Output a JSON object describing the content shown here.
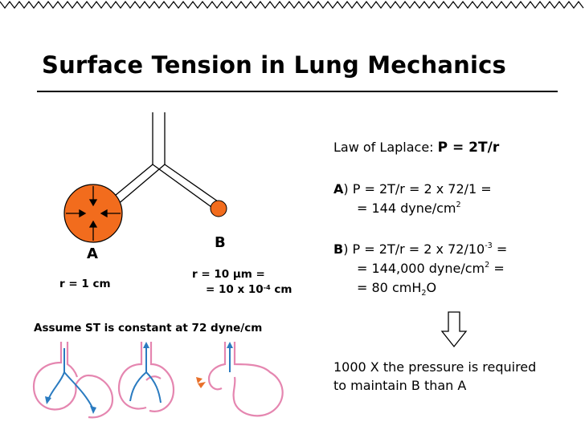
{
  "title": "Surface Tension in Lung Mechanics",
  "diagram": {
    "label_a": "A",
    "label_b": "B",
    "radius_a": "r = 1 cm",
    "radius_b_line1_prefix": "r = 10 ",
    "radius_b_line1_unit": "μm =",
    "radius_b_line2_prefix": "= 10 x 10",
    "radius_b_line2_exp": "-4",
    "radius_b_line2_unit": " cm",
    "assumption": "Assume ST is constant at 72 dyne/cm"
  },
  "laplace": {
    "label": "Law of Laplace: ",
    "equation": "P = 2T/r"
  },
  "calc_a": {
    "letter": "A",
    "line1": ") P = 2T/r = 2 x 72/1 =",
    "line2_prefix": "= 144 dyne/cm",
    "line2_exp": "2"
  },
  "calc_b": {
    "letter": "B",
    "line1_prefix": ") P = 2T/r = 2 x 72/10",
    "line1_exp": "-3",
    "line1_suffix": " =",
    "line2_prefix": "= 144,000 dyne/cm",
    "line2_exp": "2",
    "line2_suffix": " =",
    "line3_prefix": "= 80 cmH",
    "line3_sub": "2",
    "line3_suffix": "O"
  },
  "conclusion": {
    "line1": "1000 X the pressure is required",
    "line2": "to maintain B than A"
  },
  "colors": {
    "bubble": "#f26c1d",
    "airway": "#000000",
    "alveolus": "#e586b0",
    "flow_arrow": "#2a7bc0",
    "collapse_arrow": "#e8702a"
  },
  "icons": {
    "down_arrow": "hollow-down-arrow-icon",
    "inward_arrows": "arrow-inward-icon"
  }
}
